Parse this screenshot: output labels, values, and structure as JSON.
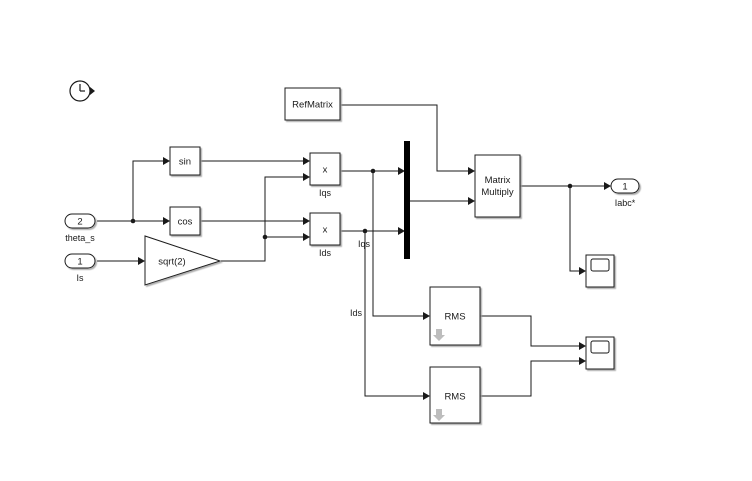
{
  "blocks": {
    "clock": "clock-icon",
    "refmatrix": "RefMatrix",
    "sin": "sin",
    "cos": "cos",
    "sqrt": "sqrt(2)",
    "mult_iqs": "x",
    "mult_ids": "x",
    "matrix_multiply_line1": "Matrix",
    "matrix_multiply_line2": "Multiply",
    "rms_top": "RMS",
    "rms_bottom": "RMS",
    "scope_top": "scope-icon",
    "scope_bottom": "scope-icon"
  },
  "ports": {
    "in_theta_num": "2",
    "in_theta_name": "theta_s",
    "in_is_num": "1",
    "in_is_name": "Is",
    "out_iabc_num": "1",
    "out_iabc_name": "Iabc*"
  },
  "signal_labels": {
    "iqs_block": "Iqs",
    "ids_block": "Ids",
    "iqs_line": "Iqs",
    "ids_line": "Ids"
  }
}
